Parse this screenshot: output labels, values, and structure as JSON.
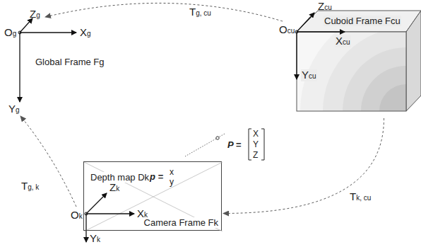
{
  "diagram": {
    "nodes": [
      {
        "text": [
          "Depth map Dk",
          "Camera Frame Fk"
        ]
      },
      {
        "text": [
          "Cuboid Frame Fcu"
        ]
      }
    ],
    "edges": [
      {
        "from": 1,
        "to": 0,
        "arrow": "to",
        "label": "Tk, cu"
      }
    ],
    "labels": [
      "Zg",
      "Og",
      "Xg",
      "Yg",
      "Global Frame Fg",
      "Zcu",
      "Ocu",
      "Xcu",
      "Ycu",
      "Zk",
      "Ok",
      "Xk",
      "Yk",
      "P =",
      "X",
      "Y",
      "Z",
      "p =",
      "x",
      "y",
      "Tg, cu",
      "Tg, k"
    ]
  }
}
